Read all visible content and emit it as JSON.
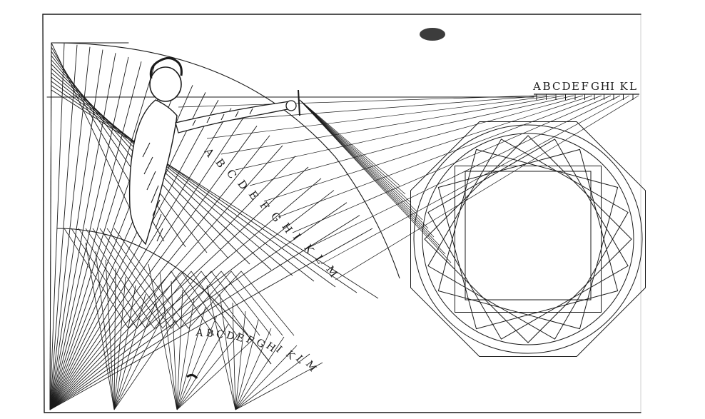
{
  "engraving": {
    "ink_color": "#1a1a1a",
    "paper_color": "#ffffff",
    "top_scale_labels": [
      "A",
      "B",
      "C",
      "D",
      "E",
      "F",
      "G",
      "H",
      "I",
      "K",
      "L"
    ],
    "arc_labels": [
      "A",
      "B",
      "C",
      "D",
      "E",
      "F",
      "G",
      "H",
      "I",
      "K",
      "L",
      "M"
    ],
    "fan_labels": [
      "A",
      "B",
      "C",
      "D",
      "E",
      "F",
      "G",
      "H",
      "I",
      "K",
      "L",
      "M"
    ]
  }
}
